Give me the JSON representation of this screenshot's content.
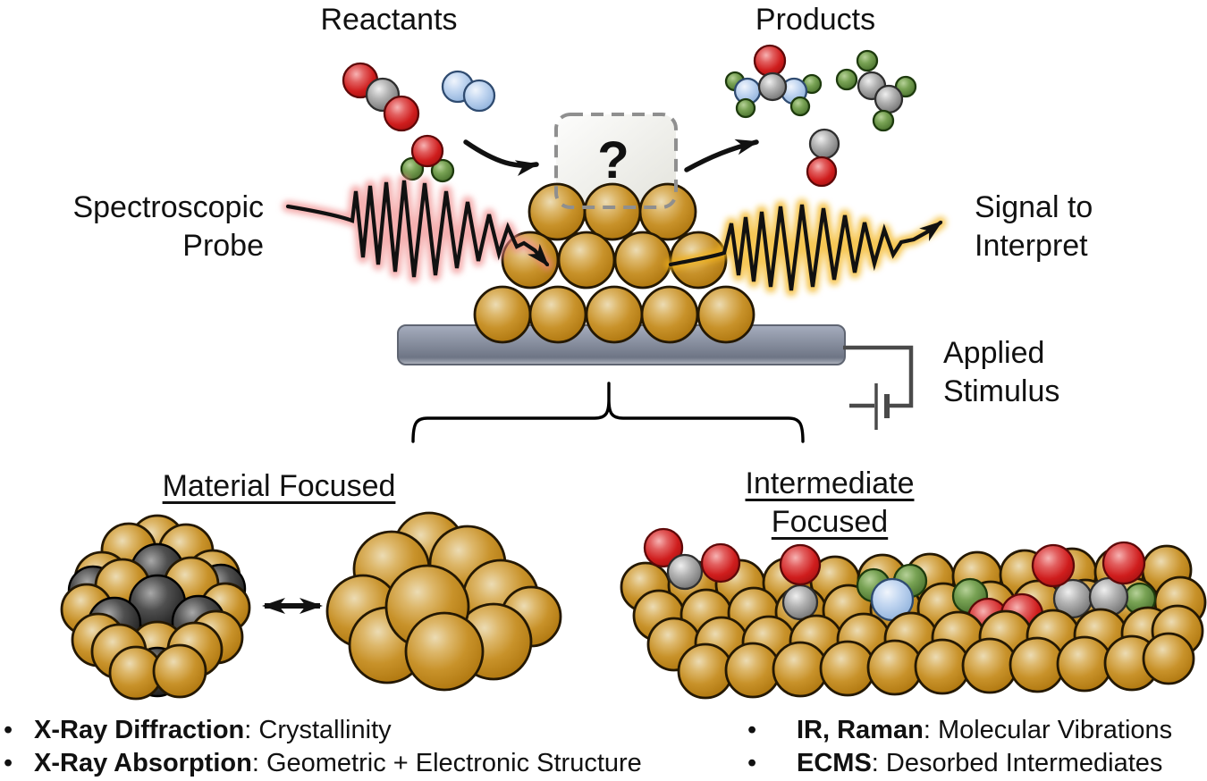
{
  "labels": {
    "reactants": "Reactants",
    "products": "Products",
    "question_mark": "?",
    "probe_line1": "Spectroscopic",
    "probe_line2": "Probe",
    "signal_line1": "Signal to",
    "signal_line2": "Interpret",
    "stimulus_line1": "Applied",
    "stimulus_line2": "Stimulus",
    "bullet_glyph": "•"
  },
  "sections": {
    "material": {
      "heading": "Material Focused",
      "bullets": [
        {
          "term": "X-Ray Diffraction",
          "desc": ": Crystallinity"
        },
        {
          "term": "X-Ray Absorption",
          "desc": ": Geometric + Electronic Structure"
        }
      ]
    },
    "intermediate": {
      "heading": "Intermediate Focused",
      "bullets": [
        {
          "term": "IR, Raman",
          "desc": ": Molecular Vibrations"
        },
        {
          "term": "ECMS",
          "desc": ": Desorbed Intermediates"
        }
      ]
    }
  },
  "colors": {
    "gold_atom": "#c8922a",
    "dark_atom": "#2b2b2b",
    "red_atom": "#cf1d1d",
    "gray_atom": "#9a9a9a",
    "blue_atom": "#a8c4e8",
    "green_atom": "#5d8a3c",
    "substrate": "#848b9b",
    "probe_glow": "#ef8585",
    "signal_glow": "#f3b41d",
    "wire": "#4a4a4a"
  }
}
